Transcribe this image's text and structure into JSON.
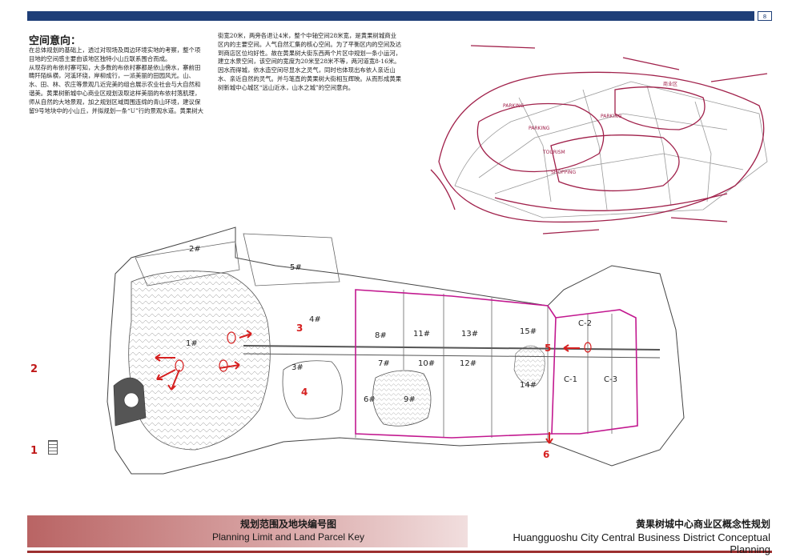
{
  "header": {
    "page_number": "8"
  },
  "text": {
    "title": "空间意向：",
    "col1": "在总体规划的基础上，透过对现场及周边环境实地的考察，整个项目地的空间感主要由该地区独特小山丘联系围合而成。\n从现存的布依村寨可知，大多数的布依村寨都是依山傍水，寨前田畴阡陌纵横，河溪环绕，岸柳成行，一派美丽的田园风光。山、水、田、林、农庄等景观几近完美的组合展示农业社会与大自然和谐美。黄果树新城中心商业区规划汲取这样美丽的布依村落肌理，师从自然的大地景观，加之规划区域周围连绵的青山环境，建议保留9号地块中的小山丘，并拟规划一条“U”行的景观水道。黄果树大",
    "col2": "街宽20米，两旁各退让4米，整个中轴空间28米宽，是黄果树城商业区内的主要空间。人气自然汇集的核心空间。为了平衡区内的空间及达到商店区位均好性。故在黄果树大街东西两个片区中规划一条小运河，建立水景空间，该空间的宽度为20米至28米不等，两河道宽8-16米。因水而得城，依水造空间尽显水之灵气，同时也体现出布依人亲近山水、亲近自然的灵气。并与笔直的黄果树大街相互辉映。从而形成黄果树新城中心城区“远山近水，山水之城”的空间意向。"
  },
  "sketch": {
    "labels": [
      "PARKING",
      "PARKING",
      "TOURISM",
      "PARKING",
      "SHOPPING",
      "商业区"
    ]
  },
  "map": {
    "parcels": [
      "1#",
      "2#",
      "3#",
      "4#",
      "5#",
      "6#",
      "7#",
      "8#",
      "9#",
      "10#",
      "11#",
      "12#",
      "13#",
      "14#",
      "15#",
      "C-1",
      "C-2",
      "C-3"
    ],
    "markers": [
      "3",
      "4",
      "5",
      "6"
    ]
  },
  "side_numbers": {
    "top": "2",
    "bottom": "1"
  },
  "footer": {
    "left_cn": "规划范围及地块编号图",
    "left_en": "Planning Limit and Land Parcel Key",
    "right_cn": "黄果树城中心商业区概念性规划",
    "right_en": "Huangguoshu City Central Business District Conceptual Planning"
  },
  "colors": {
    "header_bar": "#1f3f78",
    "boundary": "#c2188f",
    "marker": "#d62020",
    "footer_band": "#b96464"
  }
}
